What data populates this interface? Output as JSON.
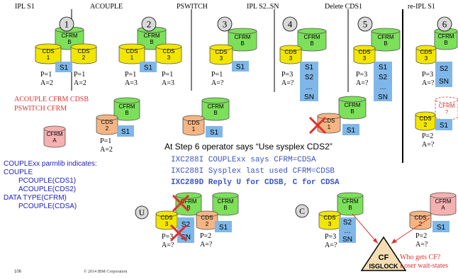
{
  "colors": {
    "yellow": "#f2e600",
    "green": "#7de05a",
    "blue": "#7fb7e8",
    "orange": "#f4b583",
    "pink": "#f5b0b0",
    "white": "#ffffff",
    "red": "#e03030",
    "ixc": "#3b53c4",
    "step_circle": "#d9d9d9"
  },
  "column_headers": [
    "IPL S1",
    "ACOUPLE",
    "PSWITCH",
    "IPL S2..SN",
    "Delete CDS1",
    "re-IPL S1"
  ],
  "steps": [
    "1",
    "2",
    "3",
    "4",
    "5",
    "6"
  ],
  "step_choices": [
    "U",
    "C"
  ],
  "cylinders": {
    "cfrm_b": [
      "CFRM",
      "B"
    ],
    "cfrm_a": [
      "CFRM",
      "A"
    ],
    "cfrm_q": [
      "CFRM",
      "?"
    ],
    "cds1": [
      "CDS",
      "1"
    ],
    "cds2": [
      "CDS",
      "2"
    ],
    "cds3": [
      "CDS",
      "3"
    ]
  },
  "boxes": {
    "s1": "S1",
    "s2": "S2",
    "sn": "SN",
    "dots": "…"
  },
  "pa": {
    "p1": "P=1",
    "p3": "P=3",
    "p2": "P=2",
    "a2": "A=2",
    "a3": "A=3",
    "aq": "A=?"
  },
  "red_notes": [
    "ACOUPLE CFRM CDSB",
    "PSWITCH CFRM"
  ],
  "parmlib": {
    "title": "COUPLExx parmlib indicates:",
    "lines": [
      "COUPLE",
      "PCOUPLE(CDS1)",
      "ACOUPLE(CDS2)",
      "DATA TYPE(CFRM)",
      "PCOUPLE(CDSA)"
    ]
  },
  "operator_says": "At Step 6 operator says “Use sysplex CDS2”",
  "messages": [
    "IXC288I COUPLExx says CFRM=CDSA",
    "IXC288I Sysplex last used CFRM=CDSB",
    "IXC289D Reply U for CDSB, C for CDSA"
  ],
  "cf": {
    "title": "CF",
    "subtitle": "ISGLOCK"
  },
  "cf_notes": [
    "Who gets CF?",
    "Loser wait-states"
  ],
  "footer": {
    "page": "106",
    "copyright": "© 2014 IBM Corporation"
  }
}
